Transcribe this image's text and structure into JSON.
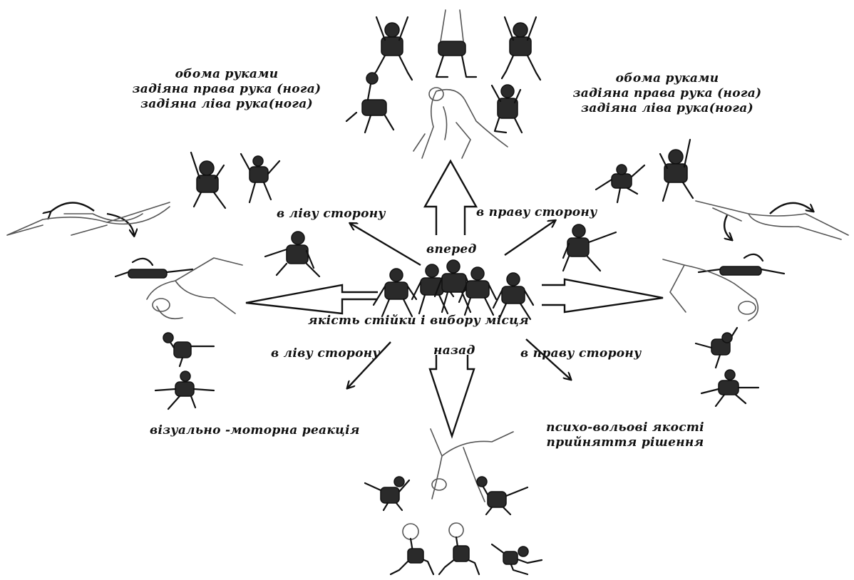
{
  "colors": {
    "ink": "#111111",
    "figure_dark": "#2a2a2a",
    "figure_outline": "#555555",
    "background": "#ffffff"
  },
  "labels": {
    "top_left_block": [
      "обома руками",
      "задіяна права рука (нога)",
      "задіяна  ліва рука(нога)"
    ],
    "top_right_block": [
      "обома руками",
      "задіяна права рука (нога)",
      "задіяна  ліва рука(нога)"
    ],
    "left_forward": "в ліву сторону",
    "right_forward": "в праву сторону",
    "forward": "вперед",
    "center": "якість стійки і вибору місця",
    "left_backward": "в ліву сторону",
    "backward": "назад",
    "right_backward": "в праву сторону",
    "bottom_left": "візуально -моторна реакція",
    "bottom_right_block": [
      "психо-вольові якості",
      "прийняття рішення"
    ]
  }
}
